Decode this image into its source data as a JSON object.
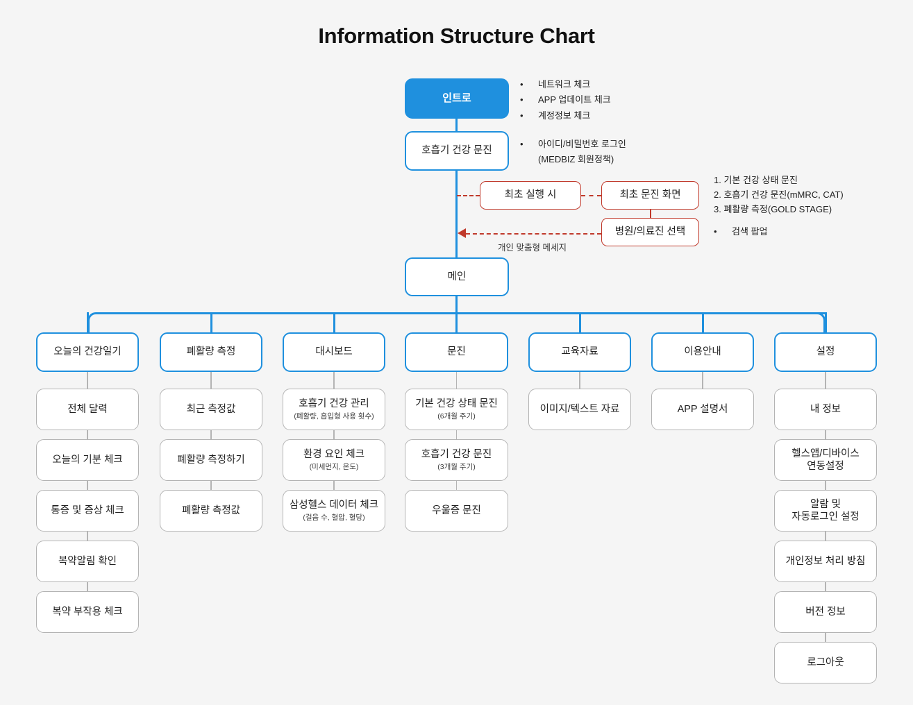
{
  "title": "Information Structure Chart",
  "colors": {
    "background": "#f5f5f5",
    "primary_blue": "#1f90de",
    "accent_red": "#c0392b",
    "node_border_gray": "#b4b4b4"
  },
  "flow": {
    "intro": {
      "label": "인트로"
    },
    "login": {
      "label": "호흡기 건강 문진"
    },
    "main": {
      "label": "메인"
    },
    "intro_notes": [
      "네트워크 체크",
      "APP 업데이트 체크",
      "계정정보 체크"
    ],
    "login_notes": [
      "아이디/비밀번호 로그인",
      "(MEDBIZ 회원정책)"
    ],
    "first_run": {
      "label": "최초 실행 시"
    },
    "first_survey": {
      "label": "최초 문진 화면"
    },
    "hospital_select": {
      "label": "병원/의료진 선택"
    },
    "first_survey_notes": [
      "1. 기본 건강 상태 문진",
      "2. 호흡기 건강 문진(mMRC, CAT)",
      "3. 폐활량 측정(GOLD STAGE)"
    ],
    "hospital_notes": [
      "검색 팝업"
    ],
    "return_edge_label": "개인 맞춤형 메세지"
  },
  "columns": [
    {
      "header": "오늘의 건강일기",
      "children": [
        {
          "label": "전체 달력"
        },
        {
          "label": "오늘의 기분 체크"
        },
        {
          "label": "통증 및 증상 체크"
        },
        {
          "label": "복약알림 확인"
        },
        {
          "label": "복약 부작용 체크"
        }
      ]
    },
    {
      "header": "폐활량 측정",
      "children": [
        {
          "label": "최근 측정값"
        },
        {
          "label": "폐활량 측정하기"
        },
        {
          "label": "폐활량 측정값"
        }
      ]
    },
    {
      "header": "대시보드",
      "children": [
        {
          "label": "호흡기 건강 관리",
          "sub": "(폐활량, 흡입형 사용 횟수)"
        },
        {
          "label": "환경 요인 체크",
          "sub": "(미세먼지, 온도)"
        },
        {
          "label": "삼성헬스 데이터 체크",
          "sub": "(걸음 수, 혈압, 혈당)"
        }
      ]
    },
    {
      "header": "문진",
      "children": [
        {
          "label": "기본 건강 상태 문진",
          "sub": "(6개월 주기)"
        },
        {
          "label": "호흡기 건강 문진",
          "sub": "(3개월 주기)"
        },
        {
          "label": "우울증 문진"
        }
      ]
    },
    {
      "header": "교육자료",
      "children": [
        {
          "label": "이미지/텍스트 자료"
        }
      ]
    },
    {
      "header": "이용안내",
      "children": [
        {
          "label": "APP 설명서"
        }
      ]
    },
    {
      "header": "설정",
      "children": [
        {
          "label": "내 정보"
        },
        {
          "label": "헬스앱/디바이스\n연동설정"
        },
        {
          "label": "알람 및\n자동로그인 설정"
        },
        {
          "label": "개인정보 처리 방침"
        },
        {
          "label": "버전 정보"
        },
        {
          "label": "로그아웃"
        }
      ]
    }
  ]
}
